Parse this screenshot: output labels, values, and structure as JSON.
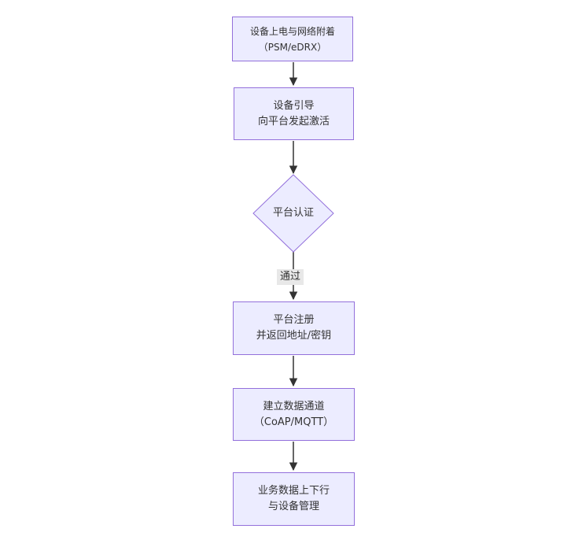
{
  "nodes": {
    "power_attach": {
      "line1": "设备上电与网络附着",
      "line2": "（PSM/eDRX）"
    },
    "bootstrap": {
      "line1": "设备引导",
      "line2": "向平台发起激活"
    },
    "auth": {
      "label": "平台认证"
    },
    "register": {
      "line1": "平台注册",
      "line2": "并返回地址/密钥"
    },
    "channel": {
      "line1": "建立数据通道",
      "line2": "（CoAP/MQTT）"
    },
    "business": {
      "line1": "业务数据上下行",
      "line2": "与设备管理"
    }
  },
  "edges": {
    "auth_pass_label": "通过"
  },
  "colors": {
    "node_fill": "#ECECFF",
    "node_border": "#9370DB",
    "arrow": "#333333",
    "edge_label_bg": "#e8e8e8",
    "text": "#333333",
    "background": "#ffffff"
  }
}
